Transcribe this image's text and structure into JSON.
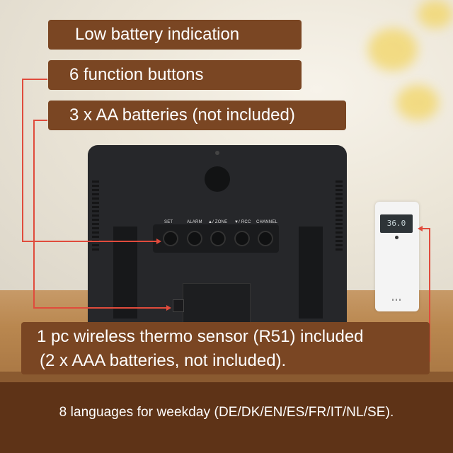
{
  "labels": {
    "low_battery": "Low battery indication",
    "function_buttons": "6 function buttons",
    "batteries": "3 x AA batteries (not included)",
    "sensor_line1": "1 pc wireless thermo sensor (R51) included",
    "sensor_line2": "(2 x AAA batteries, not included)."
  },
  "device_buttons": [
    "SET",
    "ALARM",
    "▲/ ZONE",
    "▼/ RCC",
    "CHANNEL"
  ],
  "sensor_display": "36.0",
  "footer_text": "8 languages for weekday (DE/DK/EN/ES/FR/IT/NL/SE).",
  "colors": {
    "label_bg": "#7a4623",
    "footer_bg": "#5e3317",
    "pointer": "#e04b3c",
    "device": "#26272a"
  }
}
